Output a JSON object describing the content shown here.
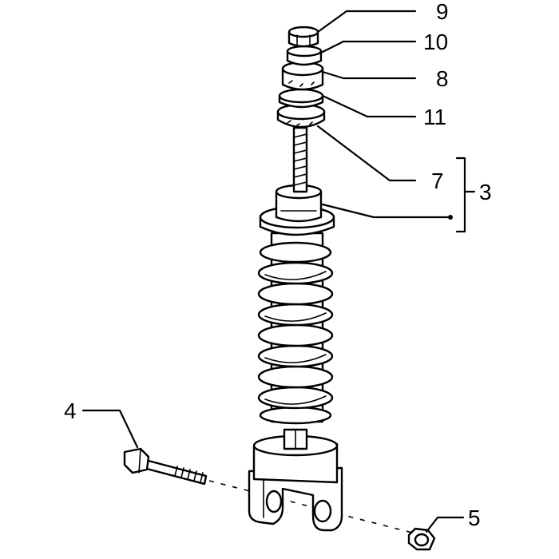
{
  "callouts": {
    "c9": "9",
    "c10": "10",
    "c8": "8",
    "c11": "11",
    "c7": "7",
    "c3": "3",
    "c4": "4",
    "c5": "5"
  },
  "colors": {
    "ink": "#000000",
    "paper": "#ffffff"
  }
}
